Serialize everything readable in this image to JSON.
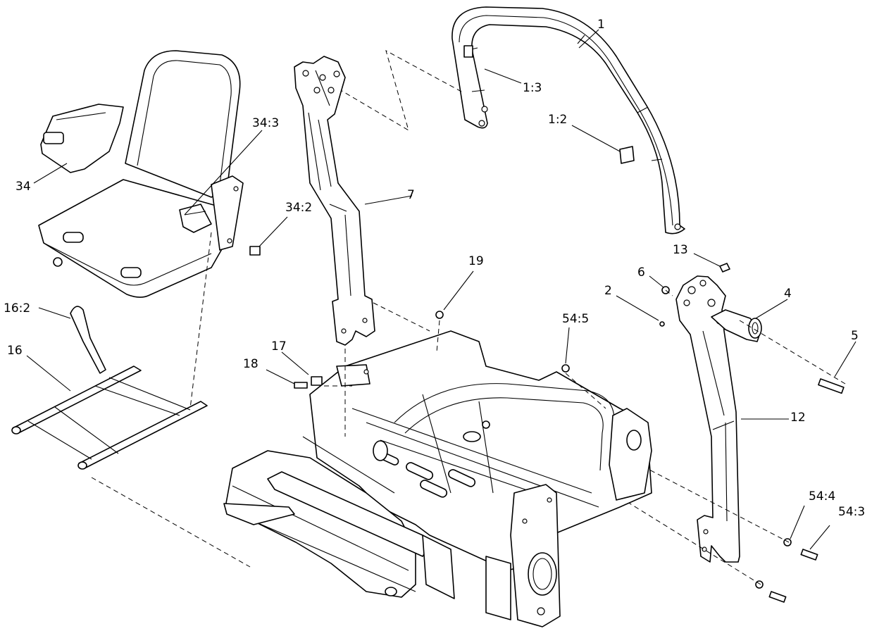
{
  "callouts": {
    "c1": "1",
    "c1_3": "1:3",
    "c1_2": "1:2",
    "c2": "2",
    "c4": "4",
    "c5": "5",
    "c6": "6",
    "c7": "7",
    "c12": "12",
    "c13": "13",
    "c16": "16",
    "c16_2": "16:2",
    "c17": "17",
    "c18": "18",
    "c19": "19",
    "c34": "34",
    "c34_2": "34:2",
    "c34_3": "34:3",
    "c54_3": "54:3",
    "c54_4": "54:4",
    "c54_5": "54:5"
  }
}
